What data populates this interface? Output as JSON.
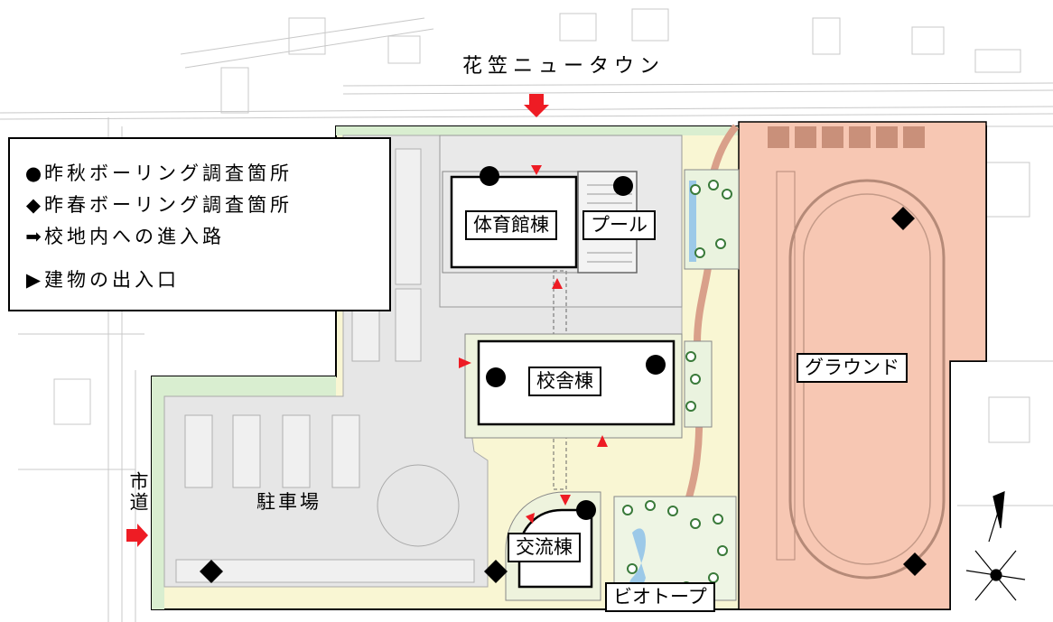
{
  "top_road_label": "花笠ニュータウン",
  "side_road_label": "市道",
  "legend": {
    "items": [
      {
        "symbol": "●",
        "text": "昨秋ボーリング調査箇所"
      },
      {
        "symbol": "◆",
        "text": "昨春ボーリング調査箇所"
      },
      {
        "symbol": "➡",
        "text": "校地内への進入路"
      },
      {
        "symbol": "▶",
        "text": "建物の出入口"
      }
    ]
  },
  "facilities": {
    "gym": "体育館棟",
    "pool": "プール",
    "school_building": "校舎棟",
    "ground": "グラウンド",
    "parking": "駐車場",
    "exchange": "交流棟",
    "biotope": "ビオトープ"
  },
  "colors": {
    "site_outline": "#000000",
    "ground_fill": "#f7c7b3",
    "lawn_fill": "#f9f6d3",
    "paved_fill": "#e6e6e6",
    "green_strip": "#d9eed0",
    "entrance_arrow": "#ee1c24",
    "path_color": "#d9a08a",
    "water": "#9cc9e8"
  }
}
